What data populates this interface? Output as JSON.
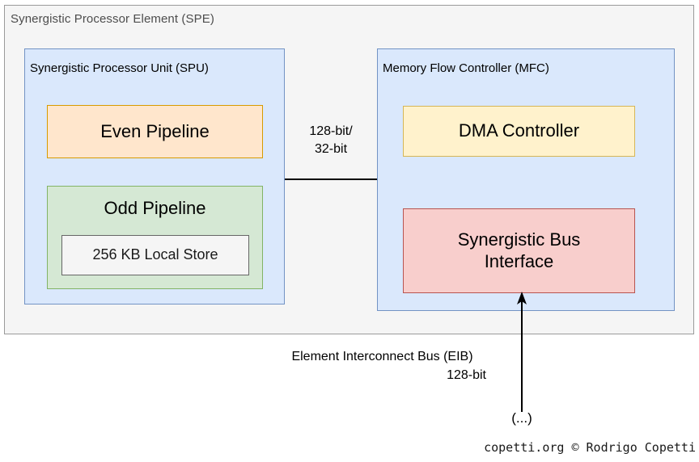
{
  "diagram": {
    "title": "Synergistic Processor Element (SPE)",
    "outer_block": {
      "label": "Synergistic Processor Element (SPE)",
      "fill": "#f5f5f5",
      "stroke": "#9a9a9a",
      "text_color": "#4d4d4d"
    },
    "left_block": {
      "label": "Synergistic Processor Unit (SPU)",
      "fill": "#dae8fc",
      "stroke": "#7393c4",
      "children": [
        {
          "label": "Even Pipeline",
          "fill": "#ffe6cc",
          "stroke": "#d79b00"
        },
        {
          "label": "Odd Pipeline",
          "fill": "#d5e8d4",
          "stroke": "#82b366",
          "children": [
            {
              "label": "256 KB Local Store",
              "fill": "#f5f5f5",
              "stroke": "#666666"
            }
          ]
        }
      ]
    },
    "right_block": {
      "label": "Memory Flow Controller (MFC)",
      "fill": "#dae8fc",
      "stroke": "#7393c4",
      "children": [
        {
          "label": "DMA Controller",
          "fill": "#fff2cc",
          "stroke": "#d6b656"
        },
        {
          "label": "Synergistic Bus\nInterface",
          "label_line1": "Synergistic Bus",
          "label_line2": "Interface",
          "fill": "#f8cecc",
          "stroke": "#b85450"
        }
      ]
    },
    "connectors": [
      {
        "name": "spu-mfc-link",
        "label_line1": "128-bit/",
        "label_line2": "32-bit",
        "style": "plain-line",
        "stroke": "#000000"
      },
      {
        "name": "eib-link",
        "label_line1": "Element Interconnect Bus (EIB)",
        "label_line2": "128-bit",
        "endpoint_label": "(...)",
        "style": "arrow-up",
        "stroke": "#000000"
      }
    ]
  },
  "footer": {
    "credit": "copetti.org © Rodrigo Copetti"
  }
}
